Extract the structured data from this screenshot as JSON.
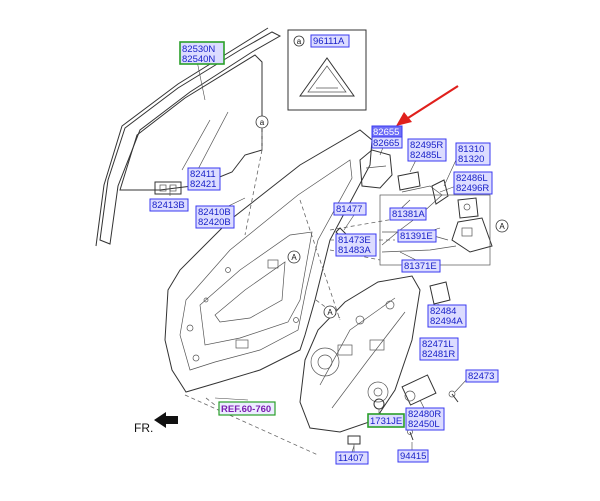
{
  "labels": {
    "l1_a": "82530N",
    "l1_b": "82540N",
    "l2": "96111A",
    "callout_a": "a",
    "l3_a": "82655",
    "l3_b": "82665",
    "l4_a": "82495R",
    "l4_b": "82485L",
    "l5_a": "81310",
    "l5_b": "81320",
    "l6_a": "82486L",
    "l6_b": "82496R",
    "l7_a": "82411",
    "l7_b": "82421",
    "l8": "82413B",
    "l9_a": "82410B",
    "l9_b": "82420B",
    "l10": "81477",
    "l11": "81381A",
    "l12_a": "81473E",
    "l12_b": "81483A",
    "l13": "81391E",
    "l14": "81371E",
    "l15_a": "82484",
    "l15_b": "82494A",
    "l16_a": "82471L",
    "l16_b": "82481R",
    "l17": "82473",
    "l18_a": "82480R",
    "l18_b": "82450L",
    "l19": "1731JE",
    "l20": "11407",
    "l21": "94415",
    "ref": "REF.60-760",
    "front": "FR.",
    "circle_a1": "A",
    "circle_a2": "A",
    "circle_a3": "A",
    "circle_a4": "a"
  },
  "colors": {
    "label_text": "#1a22c8",
    "label_box_fill": "#dcdcff",
    "label_box_border": "#3a3af0",
    "group_border": "#2aa02a",
    "highlight_fill": "#6f6ff7",
    "arrow": "#e0201c"
  },
  "icons": [
    "red-arrow-icon",
    "front-direction-arrow-icon",
    "warning-triangle-label-icon"
  ]
}
